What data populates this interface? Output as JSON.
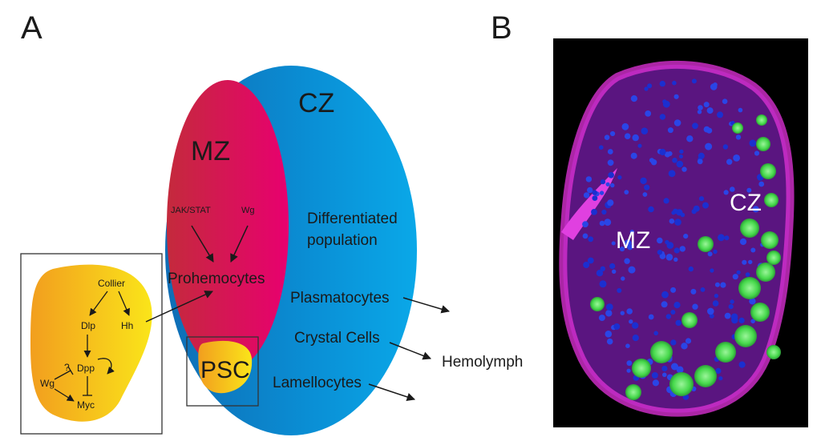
{
  "panel_a": {
    "letter": "A",
    "zones": {
      "cz": "CZ",
      "mz": "MZ",
      "psc": "PSC"
    },
    "signals": {
      "jak_stat": "JAK/STAT",
      "wg": "Wg"
    },
    "prohemocytes": "Prohemocytes",
    "differentiated_line1": "Differentiated",
    "differentiated_line2": "population",
    "cell_types": {
      "plasmatocytes": "Plasmatocytes",
      "crystal_cells": "Crystal Cells",
      "lamellocytes": "Lamellocytes"
    },
    "hemolymph": "Hemolymph",
    "psc_network": {
      "collier": "Collier",
      "dlp": "Dlp",
      "hh": "Hh",
      "dpp": "Dpp",
      "wg": "Wg",
      "myc": "Myc",
      "question": "?"
    }
  },
  "panel_b": {
    "letter": "B",
    "labels": {
      "mz": "MZ",
      "cz": "CZ"
    }
  },
  "colors": {
    "cz_light": "#0aa3e2",
    "cz_dark": "#0f6db5",
    "mz_pink": "#e4006e",
    "mz_red": "#c41f45",
    "psc_yellow": "#f9dd1a",
    "psc_orange": "#f3a61e",
    "micro_blue": "#1b2fd0",
    "micro_magenta": "#c21ebf",
    "micro_green": "#48e04d"
  }
}
